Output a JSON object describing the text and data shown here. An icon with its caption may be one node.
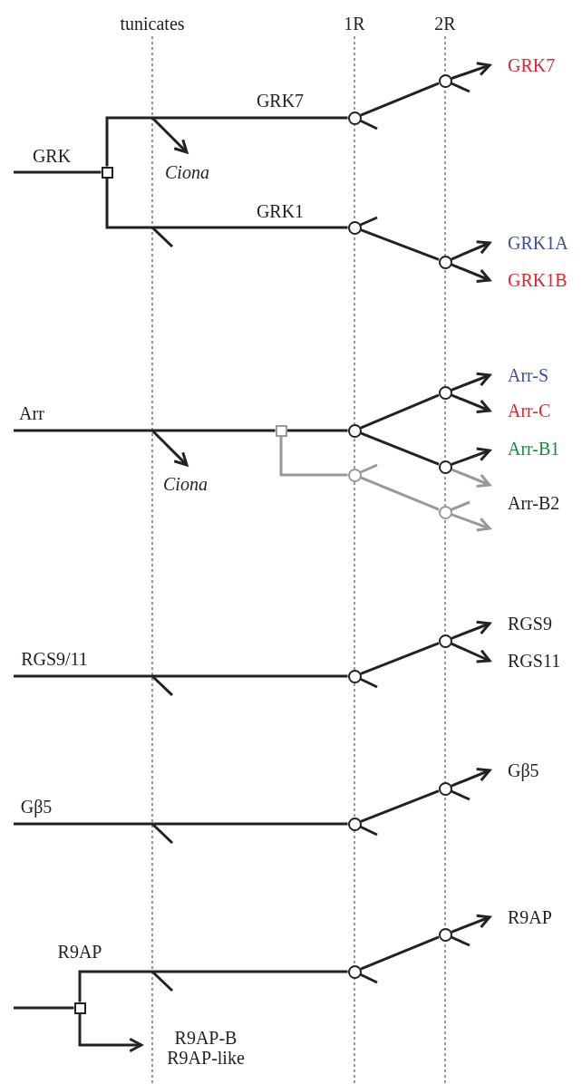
{
  "diagram": {
    "nodes": [
      {
        "text": [],
        "shape": "box"
      },
      {
        "text": [],
        "shape": "circle"
      },
      {
        "text": [],
        "shape": "circle"
      },
      {
        "text": [
          "GRK7"
        ]
      },
      {
        "text": [
          "Ciona"
        ]
      },
      {
        "text": [],
        "shape": "circle"
      },
      {
        "text": [],
        "shape": "circle"
      },
      {
        "text": [
          "GRK1A"
        ]
      },
      {
        "text": [
          "GRK1B"
        ]
      },
      {
        "text": [],
        "shape": "box"
      },
      {
        "text": [
          "Ciona"
        ]
      },
      {
        "text": [],
        "shape": "circle"
      },
      {
        "text": [],
        "shape": "circle"
      },
      {
        "text": [
          "Arr-S"
        ]
      },
      {
        "text": [
          "Arr-C"
        ]
      },
      {
        "text": [],
        "shape": "circle"
      },
      {
        "text": [
          "Arr-B1"
        ]
      },
      {
        "text": [],
        "shape": "circle"
      },
      {
        "text": [],
        "shape": "circle"
      },
      {
        "text": [
          "Arr-B2"
        ]
      },
      {
        "text": [],
        "shape": "circle"
      },
      {
        "text": [],
        "shape": "circle"
      },
      {
        "text": [
          "RGS9"
        ]
      },
      {
        "text": [
          "RGS11"
        ]
      },
      {
        "text": [],
        "shape": "circle"
      },
      {
        "text": [],
        "shape": "circle"
      },
      {
        "text": [
          "Gβ5"
        ]
      },
      {
        "text": [],
        "shape": "box"
      },
      {
        "text": [],
        "shape": "circle"
      },
      {
        "text": [],
        "shape": "circle"
      },
      {
        "text": [
          "R9AP"
        ]
      },
      {
        "text": [
          "R9AP-B",
          "R9AP-like"
        ]
      }
    ],
    "edges": [
      {
        "from": null,
        "to": 0,
        "arrow": "none",
        "label": "GRK"
      },
      {
        "from": 0,
        "to": 1,
        "arrow": "none",
        "label": "GRK7"
      },
      {
        "from": 1,
        "to": 2,
        "arrow": "none"
      },
      {
        "from": 2,
        "to": 3,
        "arrow": "to"
      },
      {
        "from": null,
        "to": 4,
        "arrow": "to"
      },
      {
        "from": 0,
        "to": 5,
        "arrow": "none",
        "label": "GRK1"
      },
      {
        "from": 5,
        "to": 6,
        "arrow": "none"
      },
      {
        "from": 6,
        "to": 7,
        "arrow": "to"
      },
      {
        "from": 6,
        "to": 8,
        "arrow": "to"
      },
      {
        "from": null,
        "to": 9,
        "arrow": "none",
        "label": "Arr"
      },
      {
        "from": null,
        "to": 10,
        "arrow": "to"
      },
      {
        "from": 9,
        "to": 11,
        "arrow": "none"
      },
      {
        "from": 11,
        "to": 12,
        "arrow": "none"
      },
      {
        "from": 12,
        "to": 13,
        "arrow": "to"
      },
      {
        "from": 12,
        "to": 14,
        "arrow": "to"
      },
      {
        "from": 11,
        "to": 15,
        "arrow": "none"
      },
      {
        "from": 15,
        "to": 16,
        "arrow": "to"
      },
      {
        "from": 15,
        "to": 19,
        "arrow": "to",
        "color": "#999999"
      },
      {
        "from": 9,
        "to": 17,
        "arrow": "none",
        "color": "#999999"
      },
      {
        "from": 17,
        "to": 18,
        "arrow": "none",
        "color": "#999999"
      },
      {
        "from": 18,
        "to": 19,
        "arrow": "to",
        "color": "#999999"
      },
      {
        "from": null,
        "to": 20,
        "arrow": "none",
        "label": "RGS9/11"
      },
      {
        "from": 20,
        "to": 21,
        "arrow": "none"
      },
      {
        "from": 21,
        "to": 22,
        "arrow": "to"
      },
      {
        "from": 21,
        "to": 23,
        "arrow": "to"
      },
      {
        "from": null,
        "to": 24,
        "arrow": "none",
        "label": "Gβ5"
      },
      {
        "from": 24,
        "to": 25,
        "arrow": "none"
      },
      {
        "from": 25,
        "to": 26,
        "arrow": "to"
      },
      {
        "from": null,
        "to": 27,
        "arrow": "none"
      },
      {
        "from": 27,
        "to": 28,
        "arrow": "none",
        "label": "R9AP"
      },
      {
        "from": 28,
        "to": 29,
        "arrow": "none"
      },
      {
        "from": 29,
        "to": 30,
        "arrow": "to"
      },
      {
        "from": 27,
        "to": 31,
        "arrow": "to"
      }
    ],
    "labels": [
      "tunicates",
      "1R",
      "2R"
    ]
  }
}
